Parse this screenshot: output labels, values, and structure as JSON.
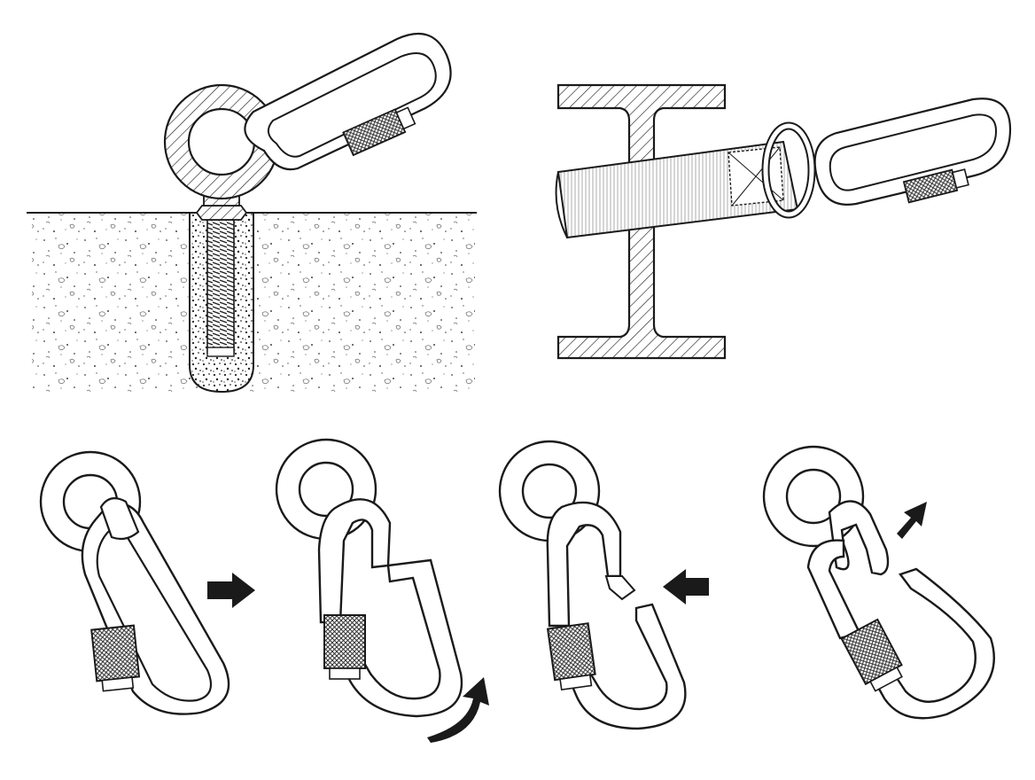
{
  "figure": {
    "panels": [
      {
        "id": "anchor-in-concrete",
        "depicts": [
          "concrete-block",
          "drilled-hole",
          "threaded-bolt",
          "eye-bolt",
          "screwgate-carabiner"
        ]
      },
      {
        "id": "anchor-on-i-beam",
        "depicts": [
          "i-beam-section",
          "webbing-sling",
          "carabiner"
        ]
      },
      {
        "id": "step-1",
        "action": "carabiner-hooked-on-ring",
        "arrow": "right"
      },
      {
        "id": "step-2",
        "action": "gate-rotated-open",
        "arrow": "curved-up"
      },
      {
        "id": "step-3",
        "action": "gate-pushed-in",
        "arrow": "left"
      },
      {
        "id": "step-4",
        "action": "carabiner-detached",
        "arrow": "up-right"
      }
    ],
    "colors": {
      "ink": "#1a1a1a",
      "paper": "#ffffff",
      "knurl": "#555555"
    }
  }
}
